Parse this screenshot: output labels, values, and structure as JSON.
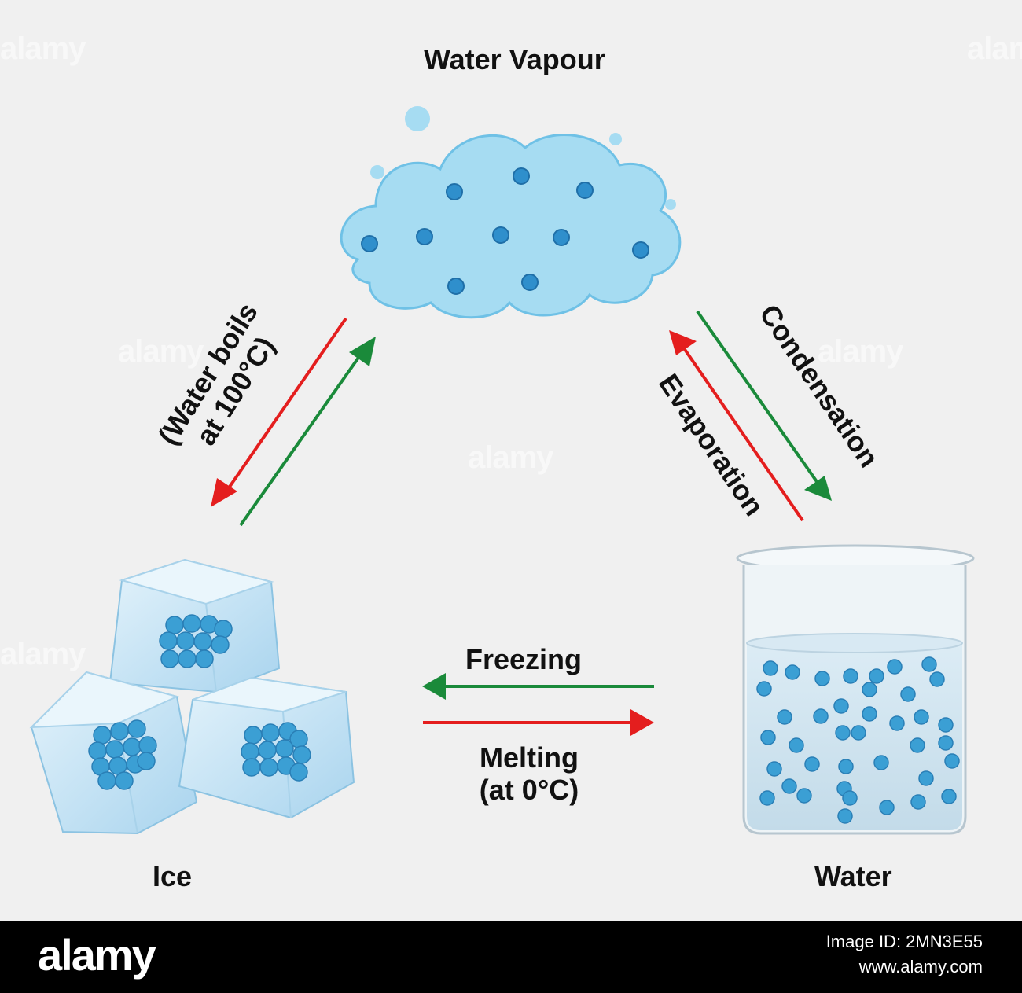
{
  "title": "Water Vapour",
  "states": {
    "ice": "Ice",
    "water": "Water",
    "vapour": "Water Vapour"
  },
  "processes": {
    "boil_line1": "(Water boils",
    "boil_line2": "at 100°C)",
    "condensation": "Condensation",
    "evaporation": "Evaporation",
    "freezing": "Freezing",
    "melting_line1": "Melting",
    "melting_line2": "(at 0°C)"
  },
  "colors": {
    "red_arrow": "#e41e1e",
    "green_arrow": "#1a8a3a",
    "particle": "#3b9fd4",
    "cloud": "#a6dcf2",
    "ice": "#c9e6f5",
    "background": "#f0f0f0"
  },
  "watermark": {
    "text": "alamy"
  },
  "footer": {
    "logo": "alamy",
    "image_id": "Image ID: 2MN3E55",
    "url": "www.alamy.com"
  }
}
